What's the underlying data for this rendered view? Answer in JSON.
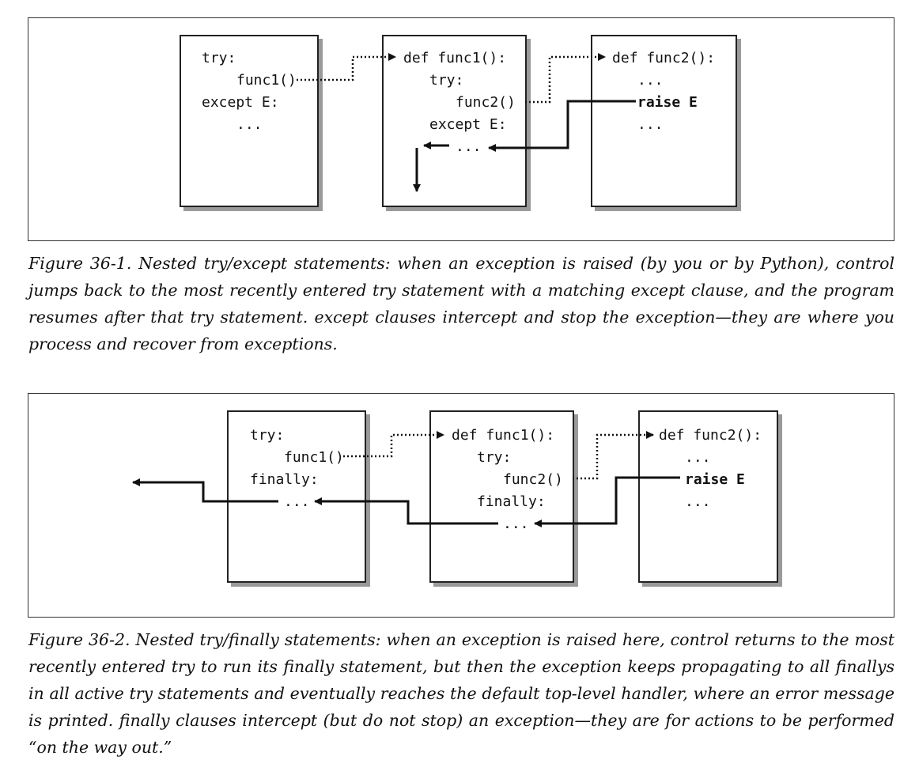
{
  "figure1": {
    "box1": {
      "lines": [
        "try:",
        "func1()",
        "except E:",
        "..."
      ]
    },
    "box2": {
      "lines": [
        "def func1():",
        "try:",
        "func2()",
        "except E:",
        "..."
      ]
    },
    "box3": {
      "lines": [
        "def func2():",
        "...",
        "raise E",
        "..."
      ]
    },
    "caption": "Figure 36-1. Nested try/except statements: when an exception is raised (by you or by Python), control jumps back to the most recently entered try statement with a matching except clause, and the program resumes after that try statement. except clauses intercept and stop the exception—they are where you process and recover from exceptions."
  },
  "figure2": {
    "box1": {
      "lines": [
        "try:",
        "func1()",
        "finally:",
        "..."
      ]
    },
    "box2": {
      "lines": [
        "def func1():",
        "try:",
        "func2()",
        "finally:",
        "..."
      ]
    },
    "box3": {
      "lines": [
        "def func2():",
        "...",
        "raise E",
        "..."
      ]
    },
    "caption": "Figure 36-2. Nested try/finally statements: when an exception is raised here, control returns to the most recently entered try to run its finally statement, but then the exception keeps propagating to all finallys in all active try statements and eventually reaches the default top-level handler, where an error message is printed. finally clauses intercept (but do not stop) an exception—they are for actions to be performed “on the way out.”"
  }
}
